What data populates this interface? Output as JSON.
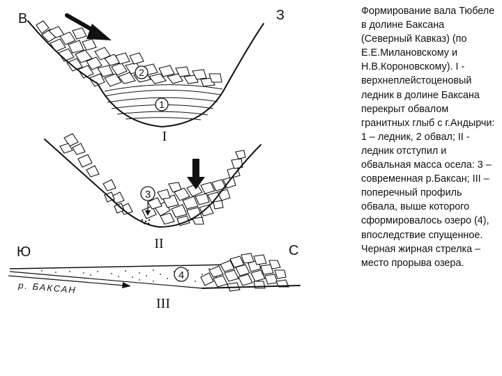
{
  "diagram": {
    "direction_labels": {
      "profile_top_left": "В",
      "profile_top_right": "З",
      "profile_bottom_left": "Ю",
      "profile_bottom_right": "С"
    },
    "stage_labels": [
      "I",
      "II",
      "III"
    ],
    "element_numbers": [
      "1",
      "2",
      "3",
      "4"
    ],
    "river_label": "р. БАКСАН"
  },
  "caption": "Формирование вала Тюбеле в долине Баксана (Северный Кавказ) (по Е.Е.Милановскому и Н.В.Короновскому). I - верхнеплейстоценовый ледник в долине Баксана перекрыт обвалом гранитных глыб с г.Андырчи: 1 – ледник, 2 обвал; II - ледник отступил и обвальная масса осела: 3 – современная р.Баксан; III – поперечный профиль обвала, выше которого сформировалось озеро (4), впоследствие спущенное. Черная жирная стрелка – место прорыва озера.",
  "colors": {
    "ink": "#111111",
    "paper": "#ffffff"
  },
  "icons": [
    "arrow-icon-collapse-direction",
    "arrow-icon-lake-breach",
    "arrow-icon-river-level"
  ]
}
